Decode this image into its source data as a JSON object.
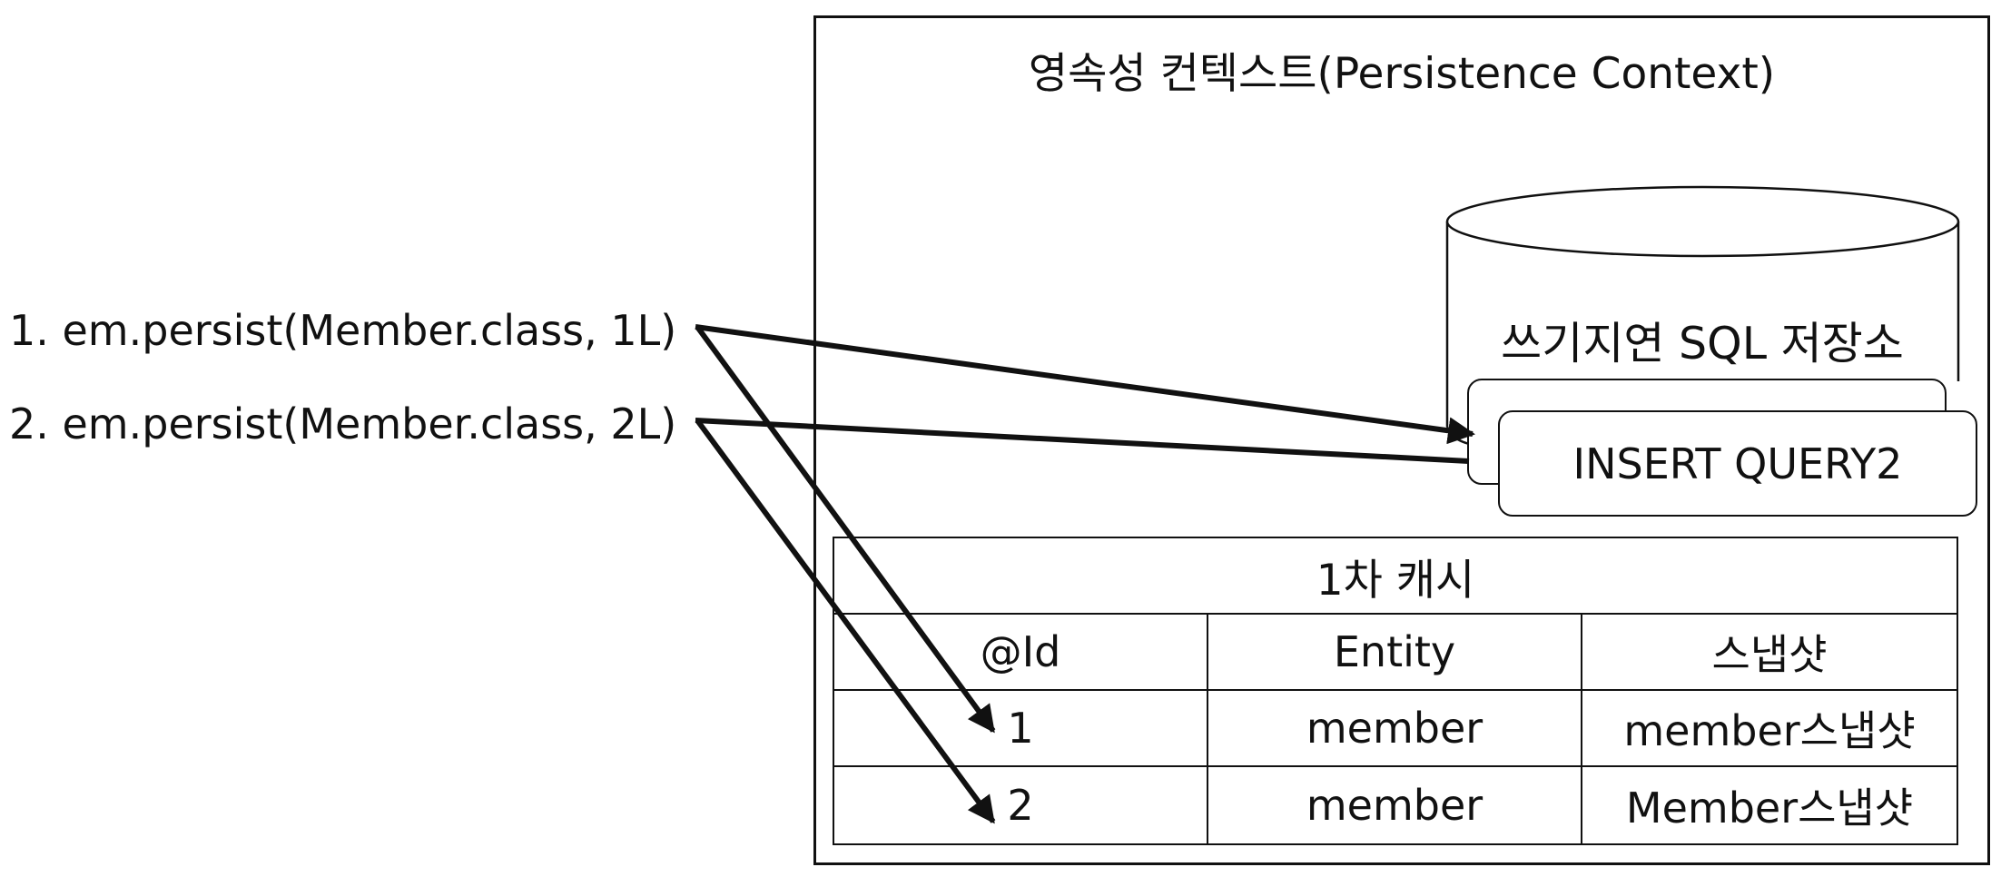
{
  "commands": [
    "1. em.persist(Member.class, 1L)",
    "2. em.persist(Member.class, 2L)"
  ],
  "context": {
    "title": "영속성 컨텍스트(Persistence Context)"
  },
  "sql_store": {
    "label": "쓰기지연 SQL 저장소",
    "queries": [
      "INSERT QUERY2"
    ]
  },
  "cache": {
    "title": "1차 캐시",
    "headers": [
      "@Id",
      "Entity",
      "스냅샷"
    ],
    "rows": [
      [
        "1",
        "member",
        "member스냅샷"
      ],
      [
        "2",
        "member",
        "Member스냅샷"
      ]
    ]
  }
}
